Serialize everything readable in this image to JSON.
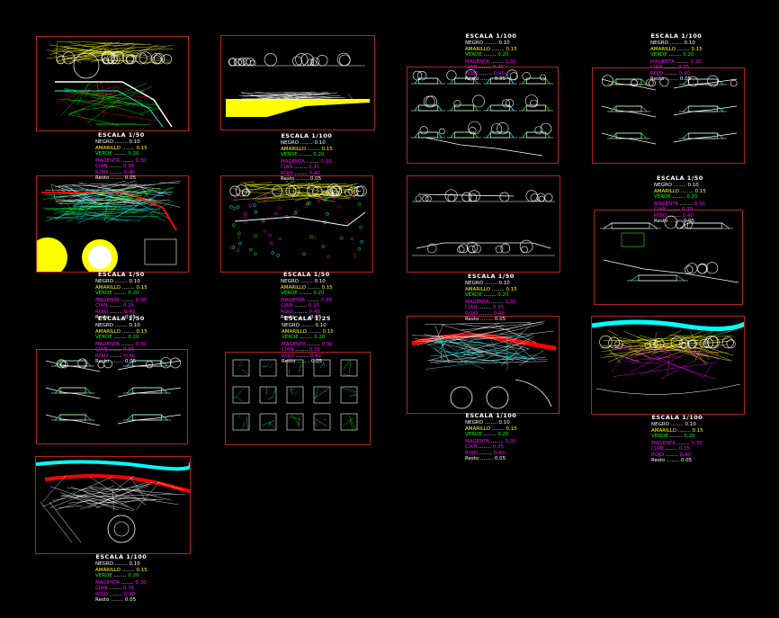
{
  "colors": {
    "background": "#000000",
    "frame": "#b22222",
    "yellow": "#ffff00",
    "green": "#00ff00",
    "magenta": "#ff00ff",
    "cyan": "#00ffff",
    "red": "#ff0000",
    "white": "#ffffff"
  },
  "sheets": [
    {
      "id": "s1",
      "kind": "plan-site",
      "scale": "ESCALA 1/50"
    },
    {
      "id": "s2",
      "kind": "elevation-yellow",
      "scale": "ESCALA 1/100"
    },
    {
      "id": "s3",
      "kind": "sections-grid",
      "scale": "ESCALA 1/100"
    },
    {
      "id": "s4",
      "kind": "sections-slope",
      "scale": "ESCALA 1/100"
    },
    {
      "id": "s5",
      "kind": "plan-yellow-circles",
      "scale": "ESCALA 1/50"
    },
    {
      "id": "s6",
      "kind": "plan-landscape",
      "scale": "ESCALA 1/50"
    },
    {
      "id": "s7",
      "kind": "elevation-trees",
      "scale": "ESCALA 1/50"
    },
    {
      "id": "s8",
      "kind": "sections-buildings",
      "scale": "ESCALA 1/50"
    },
    {
      "id": "s9",
      "kind": "sections-slope",
      "scale": "ESCALA 1/50"
    },
    {
      "id": "s10",
      "kind": "details-grid",
      "scale": "ESCALA 1/25"
    },
    {
      "id": "s11",
      "kind": "plan-red",
      "scale": "ESCALA 1/100"
    },
    {
      "id": "s12",
      "kind": "plan-river",
      "scale": "ESCALA 1/100"
    },
    {
      "id": "s13",
      "kind": "plan-red-river",
      "scale": "ESCALA 1/100"
    }
  ],
  "legend_rows": [
    {
      "name": "NEGRO",
      "value": "0.10",
      "color": "#ffffff"
    },
    {
      "name": "AMARILLO",
      "value": "0.15",
      "color": "#ffff00"
    },
    {
      "name": "VERDE",
      "value": "0.20",
      "color": "#00ff00"
    },
    {
      "name": "MAGENTA",
      "value": "0.30",
      "color": "#ff00ff"
    },
    {
      "name": "CIAN",
      "value": "0.35",
      "color": "#ff00ff"
    },
    {
      "name": "ROJO",
      "value": "0.40",
      "color": "#ff00ff"
    },
    {
      "name": "Resto",
      "value": "0.05",
      "color": "#ffffff"
    }
  ]
}
